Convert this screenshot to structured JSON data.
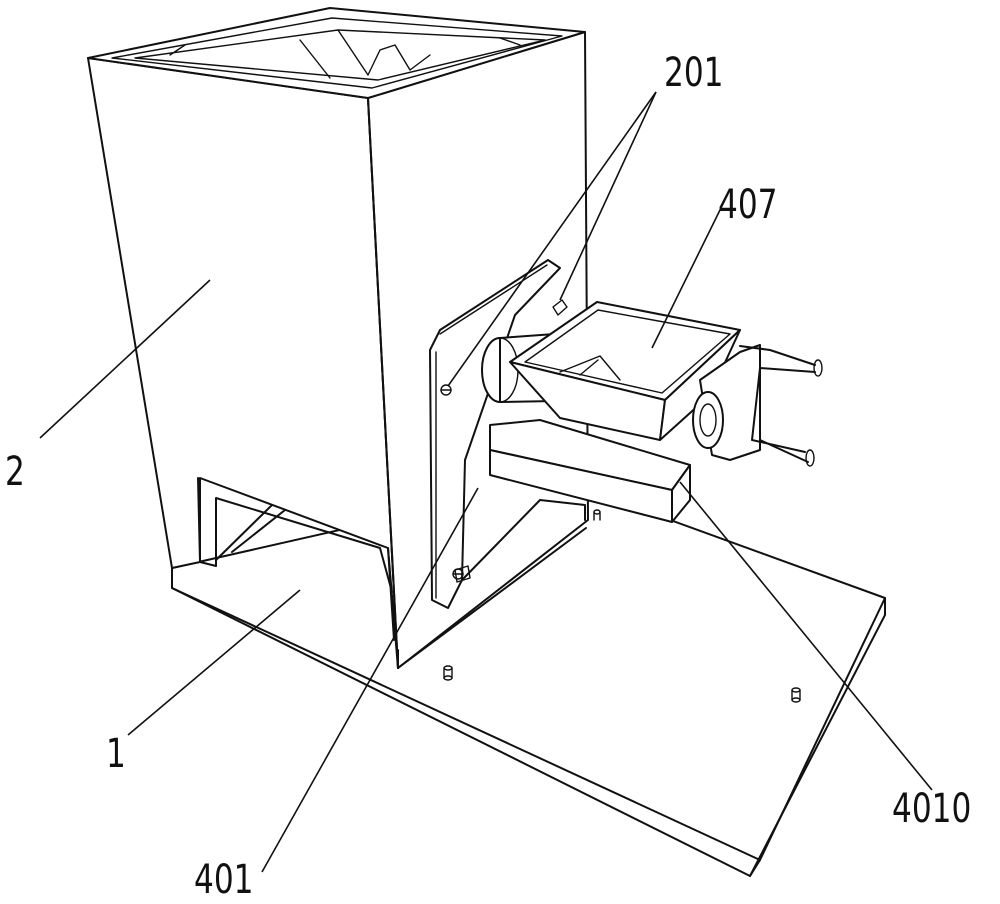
{
  "labels": {
    "part_2": "2",
    "part_1": "1",
    "part_401": "401",
    "part_201": "201",
    "part_407": "407",
    "part_4010": "4010"
  }
}
